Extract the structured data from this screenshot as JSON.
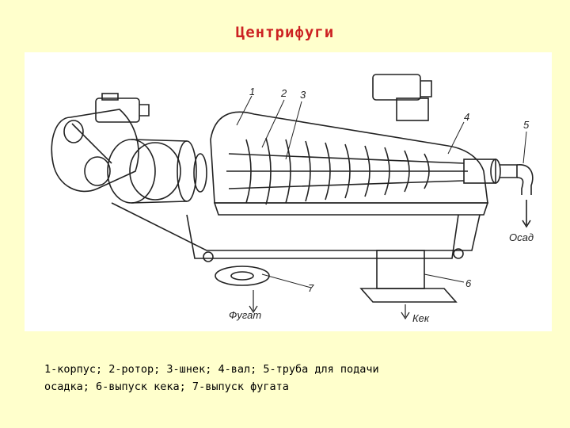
{
  "slide": {
    "title": "Центрифуги",
    "caption_line1": "1-корпус; 2-ротор; 3-шнек; 4-вал; 5-труба для подачи",
    "caption_line2": "осадка; 6-выпуск кека; 7-выпуск фугата"
  },
  "diagram": {
    "part_numbers": [
      "1",
      "2",
      "3",
      "4",
      "5",
      "6",
      "7"
    ],
    "outlet_labels": {
      "sediment": "Осад",
      "filtrate": "Фугат",
      "cake": "Кек"
    }
  },
  "colors": {
    "background": "#ffffcc",
    "title": "#cc2222",
    "drawing": "#222222"
  }
}
